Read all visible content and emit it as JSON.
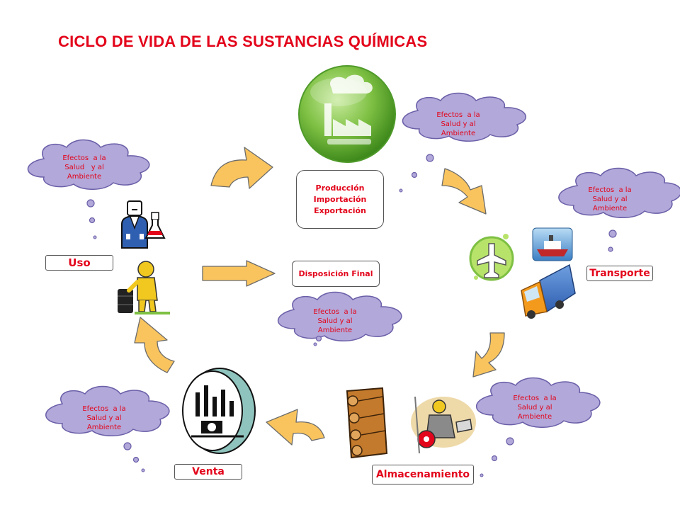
{
  "title": "CICLO DE VIDA DE LAS SUSTANCIAS QUÍMICAS",
  "center": {
    "production_lines": [
      "Producción",
      "Importación",
      "Exportación"
    ],
    "disposal": "Disposición Final"
  },
  "stages": {
    "uso": "Uso",
    "transporte": "Transporte",
    "venta": "Venta",
    "almacenamiento": "Almacenamiento"
  },
  "clouds": {
    "uso": "Efectos  a la\nSalud   y al\nAmbiente",
    "produccion": "Efectos  a la\nSalud y al\nAmbiente",
    "transporte": "Efectos  a la\nSalud y al\nAmbiente",
    "disposicion": "Efectos  a la\nSalud y al\nAmbiente",
    "venta": "Efectos  a la\nSalud y al\nAmbiente",
    "almacenamiento": "Efectos  a la\nSalud y al\nAmbiente"
  },
  "colors": {
    "title": "#e3051b",
    "cloud_fill": "#b2a8d9",
    "cloud_stroke": "#6a5fa8",
    "arrow_fill": "#f9c45e",
    "arrow_stroke": "#6b6b6b",
    "factory_green": "#7ec043"
  }
}
